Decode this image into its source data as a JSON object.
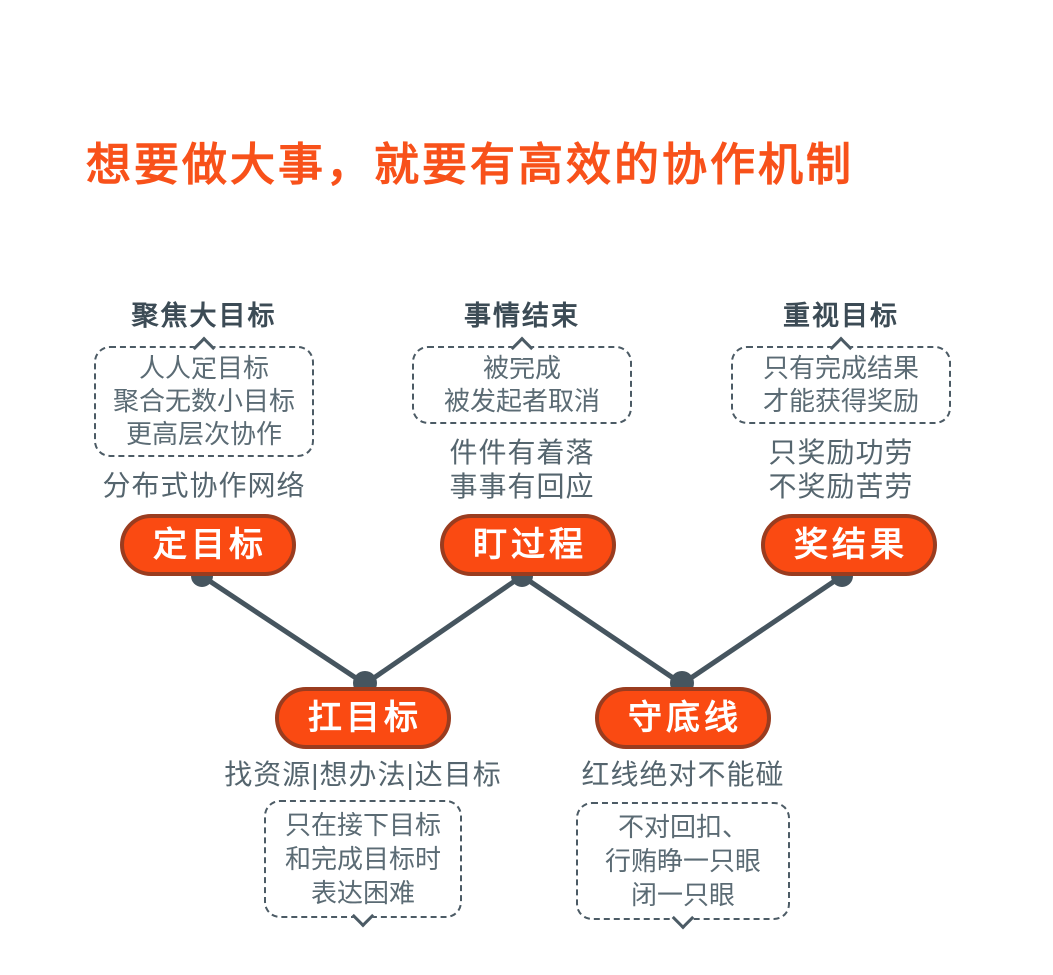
{
  "title": {
    "text": "想要做大事，就要有高效的协作机制"
  },
  "colors": {
    "accent_orange": "#F8511A",
    "pill_fill": "#FA4A12",
    "pill_border": "#9A3C1F",
    "header_text": "#3C4B55",
    "body_text": "#5B6B74",
    "dashed_border": "#4C5B65",
    "connector_line": "#46555F"
  },
  "top_nodes": [
    {
      "header": "聚焦大目标",
      "bubble_lines": [
        "人人定目标",
        "聚合无数小目标",
        "更高层次协作"
      ],
      "note_lines": [
        "分布式协作网络"
      ],
      "pill_label": "定目标"
    },
    {
      "header": "事情结束",
      "bubble_lines": [
        "被完成",
        "被发起者取消"
      ],
      "note_lines": [
        "件件有着落",
        "事事有回应"
      ],
      "pill_label": "盯过程"
    },
    {
      "header": "重视目标",
      "bubble_lines": [
        "只有完成结果",
        "才能获得奖励"
      ],
      "note_lines": [
        "只奖励功劳",
        "不奖励苦劳"
      ],
      "pill_label": "奖结果"
    }
  ],
  "bottom_nodes": [
    {
      "pill_label": "扛目标",
      "note_lines": [
        "找资源|想办法|达目标"
      ],
      "bubble_lines": [
        "只在接下目标",
        "和完成目标时",
        "表达困难"
      ]
    },
    {
      "pill_label": "守底线",
      "note_lines": [
        "红线绝对不能碰"
      ],
      "bubble_lines": [
        "不对回扣、",
        "行贿睁一只眼",
        "闭一只眼"
      ]
    }
  ]
}
